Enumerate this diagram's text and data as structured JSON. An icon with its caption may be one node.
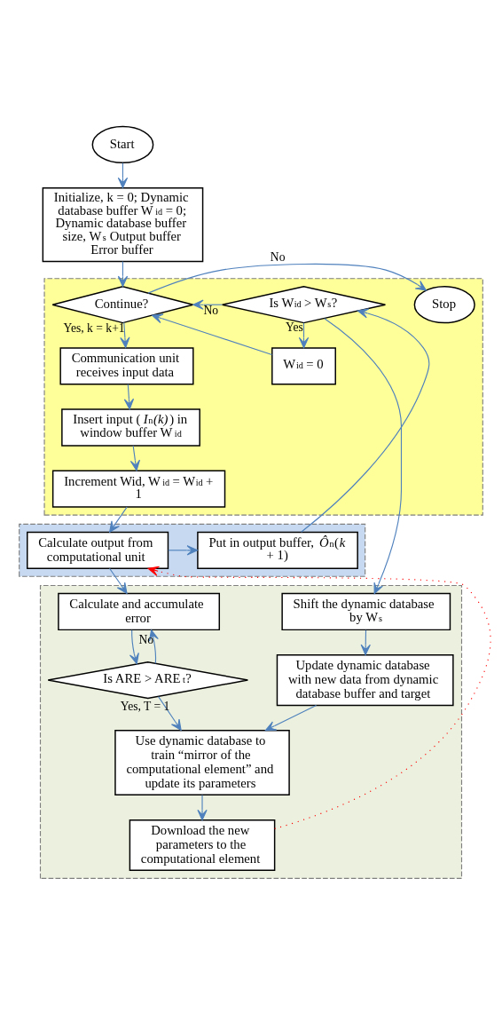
{
  "diagram": {
    "nodes": [
      {
        "text": [
          "Start"
        ]
      },
      {
        "text": [
          "Initialize, k = 0; Dynamic database buffer W$_{id}$ = 0; Dynamic database buffer size, W$_{s}$ Output buffer Error buffer"
        ]
      },
      {
        "text": [],
        "shape": "box"
      },
      {
        "text": [
          "Continue?"
        ],
        "in": 2
      },
      {
        "text": [
          "Stop"
        ],
        "in": 2
      },
      {
        "text": [
          "Communication unit receives input data"
        ],
        "in": 2
      },
      {
        "text": [
          "Insert input (*I*$_{n}$*(k)*) in window buffer W$_{id}$"
        ],
        "in": 2
      },
      {
        "text": [
          "Increment Wid, W$_{id}$ = W$_{id}$ + 1"
        ],
        "in": 2
      },
      {
        "text": [
          "Is W$_{id}$ > W$_{s}$?"
        ],
        "in": 2
      },
      {
        "text": [
          "W$_{id}$ = 0"
        ],
        "in": 2
      },
      {
        "text": [],
        "shape": "box"
      },
      {
        "text": [
          "Calculate output from computational unit"
        ],
        "in": 10
      },
      {
        "text": [
          "Put in output buffer, *Ô*$_{n}$(*k* + 1)"
        ],
        "in": 10
      },
      {
        "text": [],
        "shape": "box"
      },
      {
        "text": [
          "Calculate and accumulate error"
        ],
        "in": 13
      },
      {
        "text": [
          "Is ARE > ARE$_{t}$?"
        ],
        "in": 13
      },
      {
        "text": [
          "Shift the dynamic database by W$_{s}$"
        ],
        "in": 13
      },
      {
        "text": [
          "Use dynamic database to train “mirror of the computational element” and update its parameters"
        ],
        "in": 13
      },
      {
        "text": [
          "Update dynamic database with new data from dynamic database buffer and target"
        ],
        "in": 13
      },
      {
        "text": [
          "Download the new parameters to the computational element"
        ],
        "in": 13
      }
    ],
    "edges": [
      {
        "from": 0,
        "to": 1,
        "arrow": "to"
      },
      {
        "from": 1,
        "to": 3,
        "arrow": "to"
      },
      {
        "from": 3,
        "to": 4,
        "arrow": "to",
        "label": "No"
      },
      {
        "from": 3,
        "to": 5,
        "arrow": "to",
        "label": "Yes, k = k+1"
      },
      {
        "from": 5,
        "to": 6,
        "arrow": "to"
      },
      {
        "from": 6,
        "to": 7,
        "arrow": "to"
      },
      {
        "from": 7,
        "to": 11,
        "arrow": "to"
      },
      {
        "from": 11,
        "to": 12,
        "arrow": "to"
      },
      {
        "from": 12,
        "to": 8,
        "arrow": "to"
      },
      {
        "from": 8,
        "to": 9,
        "arrow": "to",
        "label": "Yes"
      },
      {
        "from": 9,
        "to": 3,
        "arrow": "to"
      },
      {
        "from": 8,
        "to": 3,
        "arrow": "to",
        "label": "No"
      },
      {
        "from": 8,
        "to": 16,
        "arrow": "to"
      },
      {
        "from": 11,
        "to": 14,
        "arrow": "to"
      },
      {
        "from": 14,
        "to": 15,
        "arrow": "to"
      },
      {
        "from": 15,
        "to": 14,
        "arrow": "to",
        "label": "No"
      },
      {
        "from": 15,
        "to": 17,
        "arrow": "to",
        "label": "Yes, T = 1"
      },
      {
        "from": 16,
        "to": 18,
        "arrow": "to"
      },
      {
        "from": 18,
        "to": 17,
        "arrow": "to"
      },
      {
        "from": 17,
        "to": 19,
        "arrow": "to"
      },
      {
        "from": 19,
        "to": 11,
        "arrow": "to",
        "style": "dashed",
        "color": "#ff0000"
      }
    ]
  }
}
